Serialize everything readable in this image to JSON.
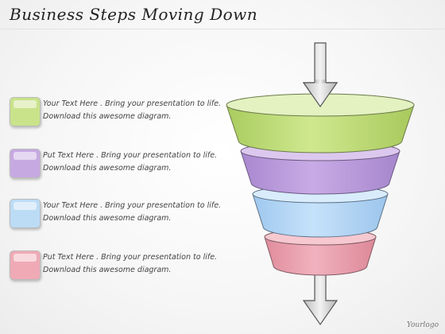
{
  "slide": {
    "title": "Business Steps Moving Down",
    "logo": "Yourlogo"
  },
  "steps": [
    {
      "color": "#c9e38a",
      "text": "Your Text Here . Bring  your presentation to life. Download this awesome diagram."
    },
    {
      "color": "#c7a9e2",
      "text": "Put Text Here . Bring  your presentation to life. Download this awesome diagram."
    },
    {
      "color": "#bcdcf6",
      "text": "Your Text Here . Bring  your presentation to life. Download this awesome diagram."
    },
    {
      "color": "#efaab6",
      "text": "Put Text Here . Bring  your presentation to life. Download this awesome diagram."
    }
  ],
  "icons": {
    "top_arrow": "down-arrow-icon",
    "bottom_arrow": "down-arrow-icon"
  }
}
